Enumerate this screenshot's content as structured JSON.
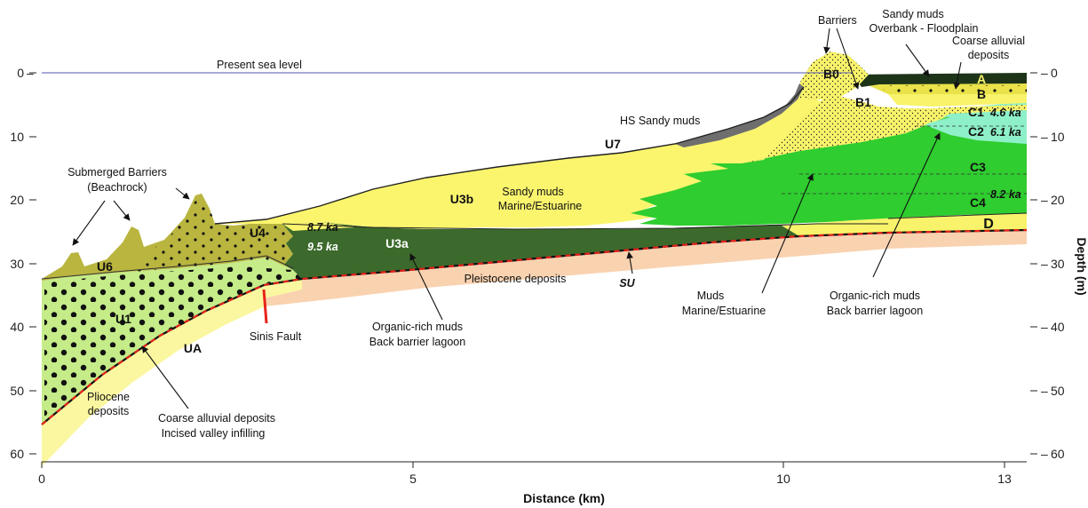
{
  "figure": {
    "x_axis": {
      "label": "Distance (km)",
      "ticks": [
        "0",
        "5",
        "10",
        "13"
      ]
    },
    "y_axis_left": {
      "ticks": [
        "0",
        "10",
        "20",
        "30",
        "40",
        "50",
        "60"
      ]
    },
    "y_axis_right": {
      "label": "Depth (m)",
      "ticks": [
        "0",
        "10",
        "20",
        "30",
        "40",
        "50",
        "60"
      ]
    },
    "sea_level_label": "Present sea level",
    "units": {
      "U1": "U1",
      "U3a": "U3a",
      "U3b": "U3b",
      "U4": "U4",
      "U6": "U6",
      "U7": "U7",
      "UA": "UA",
      "SU": "SU",
      "B0": "B0",
      "B1": "B1",
      "A": "A",
      "B": "B",
      "C1": "C1",
      "C2": "C2",
      "C3": "C3",
      "C4": "C4",
      "D": "D"
    },
    "ages": {
      "a46": "4.6 ka",
      "a61": "6.1 ka",
      "a82": "8.2 ka",
      "a87": "8.7 ka",
      "a95": "9.5 ka"
    },
    "annotations": {
      "barriers": "Barriers",
      "sandy_muds_top": "Sandy muds",
      "overbank": "Overbank - Floodplain",
      "coarse_alluvial_1": "Coarse alluvial",
      "coarse_alluvial_2": "deposits",
      "hs_sandy_muds": "HS Sandy muds",
      "submerged_1": "Submerged Barriers",
      "submerged_2": "(Beachrock)",
      "sandy_muds_mid": "Sandy muds",
      "marine_estuarine_mid": "Marine/Estuarine",
      "pleistocene": "Pleistocene deposits",
      "sinis_fault": "Sinis Fault",
      "org_mid_1": "Organic-rich muds",
      "org_mid_2": "Back barrier lagoon",
      "muds": "Muds",
      "muds_marine": "Marine/Estuarine",
      "org_right_1": "Organic-rich muds",
      "org_right_2": "Back barrier lagoon",
      "pliocene_1": "Pliocene",
      "pliocene_2": "deposits",
      "coarse_bottom_1": "Coarse alluvial deposits",
      "coarse_bottom_2": "Incised valley infilling"
    },
    "colors": {
      "pale_yellow": "#fbf7a0",
      "yellow": "#f8f36a",
      "light_green": "#c5ec88",
      "olive": "#b9b53f",
      "dark_green": "#3c6a2c",
      "green": "#2fcd2f",
      "aqua": "#8ef0c8",
      "pleistocene": "#f9d2b0",
      "grey": "#6e6e6e",
      "dark_top": "#1d3419",
      "fault": "#e8231a"
    }
  }
}
